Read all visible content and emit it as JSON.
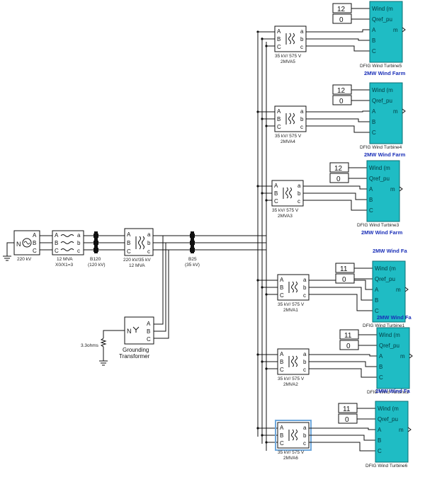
{
  "source": {
    "voltage_label": "220 kV"
  },
  "xfmr_main": {
    "line1": "12 MVA",
    "line2": "X0/X1=3"
  },
  "bus_b120": {
    "line1": "B120",
    "line2": "(120 kV)"
  },
  "xfmr_step": {
    "line1": "220 kV/35 kV",
    "line2": "12 MVA"
  },
  "bus_b25": {
    "line1": "B25",
    "line2": "(35 kV)"
  },
  "grounding": {
    "line1": "Grounding",
    "line2": "Transformer",
    "resistor_label": "3.3ohms",
    "port_n": "N"
  },
  "ports": {
    "a": "A",
    "b": "B",
    "c": "C",
    "la": "a",
    "lb": "b",
    "lc": "c",
    "n": "N"
  },
  "turbine_ports": {
    "wind": "Wind (m",
    "qref": "Qref_pu",
    "out": "m"
  },
  "branches": [
    {
      "xfmr_l1": "35 kV/ 575 V",
      "xfmr_l2": "2MVA5",
      "wind": "12",
      "qref": "0",
      "turbine": "DFIG Wind Turbine5",
      "farm": "2MW Wind Farm"
    },
    {
      "xfmr_l1": "35 kV/ 575 V",
      "xfmr_l2": "2MVA4",
      "wind": "12",
      "qref": "0",
      "turbine": "DFIG Wind Turbine4",
      "farm": "2MW Wind Farm"
    },
    {
      "xfmr_l1": "35 kV/ 575 V",
      "xfmr_l2": "2MVA3",
      "wind": "12",
      "qref": "0",
      "turbine": "DFIG Wind Turbine3",
      "farm": "2MW Wind Farm"
    },
    {
      "xfmr_l1": "35 kV/ 575 V",
      "xfmr_l2": "2MVA1",
      "wind": "11",
      "qref": "0",
      "turbine": "DFIG Wind Turbine1",
      "farm": "2MW Wind Fa"
    },
    {
      "xfmr_l1": "35 kV/ 575 V",
      "xfmr_l2": "2MVA2",
      "wind": "11",
      "qref": "0",
      "turbine": "DFIG Wind Turbine2",
      "farm": "2MW Wind Fa"
    },
    {
      "xfmr_l1": "35 kV/ 575 V",
      "xfmr_l2": "2MVA6",
      "wind": "11",
      "qref": "0",
      "turbine": "DFIG Wind Turbine6",
      "farm": "2MW Wind Fa"
    }
  ],
  "colors": {
    "turbine_fill": "#1fbcc4",
    "farm_text": "#1a2fb8",
    "selected": "#6fa8dc"
  }
}
